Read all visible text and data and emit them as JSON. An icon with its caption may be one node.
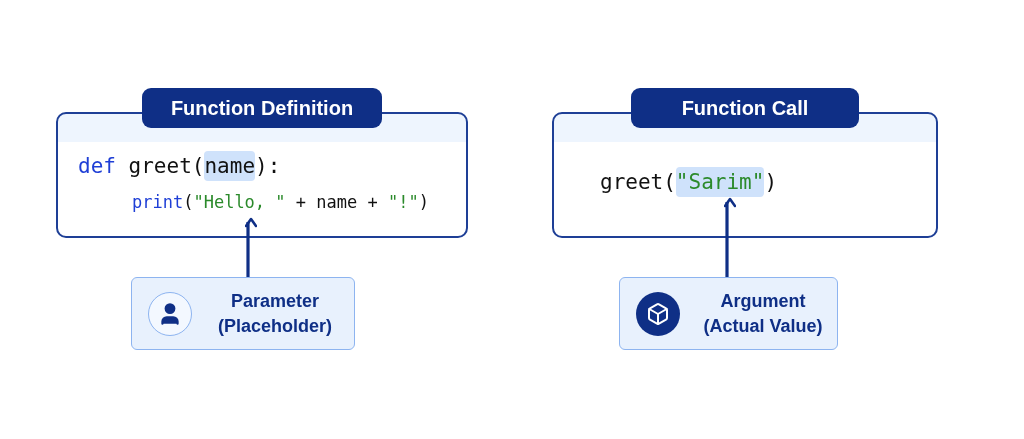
{
  "diagram": {
    "nodes": [
      {
        "text": [
          "Function Definition",
          "def greet(name):",
          "print(\"Hello, \" + name + \"!\")"
        ]
      },
      {
        "text": [
          "Parameter (Placeholder)"
        ]
      },
      {
        "text": [
          "Function Call",
          "greet(\"Sarim\")"
        ]
      },
      {
        "text": [
          "Argument (Actual Value)"
        ]
      }
    ],
    "edges": [
      {
        "from": 1,
        "to": 0,
        "arrow": "to"
      },
      {
        "from": 3,
        "to": 2,
        "arrow": "to"
      }
    ]
  }
}
